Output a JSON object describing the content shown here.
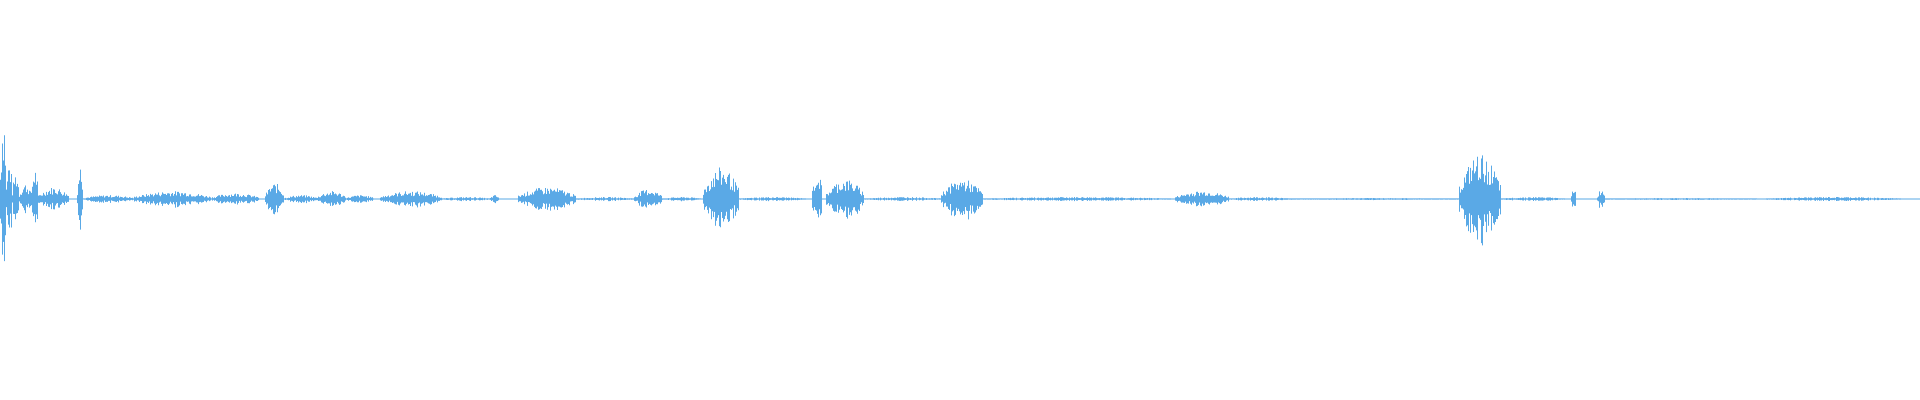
{
  "waveform": {
    "color": "#5aa9e6",
    "baseline_color": "#5aa9e6",
    "background": "#ffffff",
    "duration_fraction_markers": "none",
    "segments": [
      {
        "start": 0.0,
        "end": 0.003,
        "amplitude": 0.48
      },
      {
        "start": 0.003,
        "end": 0.006,
        "amplitude": 0.2
      },
      {
        "start": 0.006,
        "end": 0.01,
        "amplitude": 0.14
      },
      {
        "start": 0.01,
        "end": 0.016,
        "amplitude": 0.08
      },
      {
        "start": 0.016,
        "end": 0.02,
        "amplitude": 0.16
      },
      {
        "start": 0.02,
        "end": 0.036,
        "amplitude": 0.06
      },
      {
        "start": 0.04,
        "end": 0.043,
        "amplitude": 0.18
      },
      {
        "start": 0.043,
        "end": 0.07,
        "amplitude": 0.02
      },
      {
        "start": 0.07,
        "end": 0.11,
        "amplitude": 0.04
      },
      {
        "start": 0.11,
        "end": 0.135,
        "amplitude": 0.03
      },
      {
        "start": 0.138,
        "end": 0.148,
        "amplitude": 0.08
      },
      {
        "start": 0.148,
        "end": 0.165,
        "amplitude": 0.02
      },
      {
        "start": 0.165,
        "end": 0.18,
        "amplitude": 0.04
      },
      {
        "start": 0.18,
        "end": 0.195,
        "amplitude": 0.02
      },
      {
        "start": 0.198,
        "end": 0.23,
        "amplitude": 0.04
      },
      {
        "start": 0.23,
        "end": 0.255,
        "amplitude": 0.01
      },
      {
        "start": 0.255,
        "end": 0.26,
        "amplitude": 0.02
      },
      {
        "start": 0.27,
        "end": 0.3,
        "amplitude": 0.06
      },
      {
        "start": 0.3,
        "end": 0.33,
        "amplitude": 0.01
      },
      {
        "start": 0.33,
        "end": 0.345,
        "amplitude": 0.05
      },
      {
        "start": 0.345,
        "end": 0.365,
        "amplitude": 0.01
      },
      {
        "start": 0.366,
        "end": 0.385,
        "amplitude": 0.16
      },
      {
        "start": 0.385,
        "end": 0.42,
        "amplitude": 0.01
      },
      {
        "start": 0.423,
        "end": 0.428,
        "amplitude": 0.14
      },
      {
        "start": 0.43,
        "end": 0.45,
        "amplitude": 0.1
      },
      {
        "start": 0.45,
        "end": 0.49,
        "amplitude": 0.01
      },
      {
        "start": 0.49,
        "end": 0.512,
        "amplitude": 0.1
      },
      {
        "start": 0.512,
        "end": 0.61,
        "amplitude": 0.01
      },
      {
        "start": 0.612,
        "end": 0.64,
        "amplitude": 0.04
      },
      {
        "start": 0.64,
        "end": 0.672,
        "amplitude": 0.01
      },
      {
        "start": 0.672,
        "end": 0.76,
        "amplitude": 0.005
      },
      {
        "start": 0.76,
        "end": 0.782,
        "amplitude": 0.22
      },
      {
        "start": 0.782,
        "end": 0.815,
        "amplitude": 0.01
      },
      {
        "start": 0.818,
        "end": 0.821,
        "amplitude": 0.06
      },
      {
        "start": 0.832,
        "end": 0.836,
        "amplitude": 0.05
      },
      {
        "start": 0.836,
        "end": 0.915,
        "amplitude": 0.005
      },
      {
        "start": 0.92,
        "end": 0.99,
        "amplitude": 0.01
      }
    ]
  }
}
